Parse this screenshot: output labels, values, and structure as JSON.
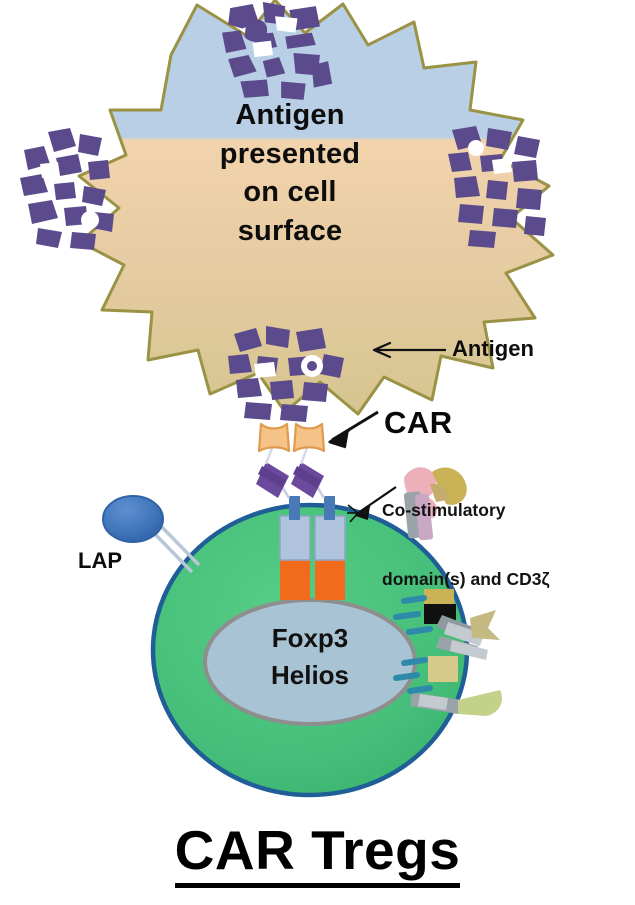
{
  "figure": {
    "title": "CAR Tregs",
    "domain": "immunology-diagram"
  },
  "apc": {
    "label_lines": [
      "Antigen",
      "presented",
      "on cell",
      "surface"
    ],
    "shape": "starburst",
    "fill_top": "#b8cfe5",
    "fill_bottom": "#dccb99",
    "fill_mid": "#f0cfa8",
    "outline": "#9a9244"
  },
  "antigen": {
    "callout_label": "Antigen",
    "color": "#5b4a8c",
    "count": 4,
    "positions": [
      "top",
      "left",
      "right",
      "bottom"
    ]
  },
  "car": {
    "callout_label": "CAR",
    "binding_domain_color": "#f5c387",
    "hinge_color": "#6b4a9e",
    "stalk_color": "#4a7ab5",
    "costim_color": "#b0c4de",
    "cd3z_color": "#f26a1b",
    "count": 2
  },
  "costim": {
    "label_lines": [
      "Co-stimulatory",
      "domain(s) and CD3ζ"
    ]
  },
  "lap": {
    "label": "LAP",
    "color": "#3d72b8"
  },
  "treg_cell": {
    "membrane_color": "#4cc27e",
    "membrane_border": "#1f5e96",
    "nucleus_color": "#a8c4d4",
    "nucleus_border": "#8a8a8a",
    "nucleus_lines": [
      "Foxp3",
      "Helios"
    ]
  },
  "secreted": {
    "dash_color": "#2e8aa8",
    "count": 6
  },
  "surface_molecules": {
    "pink": "#eeb0b8",
    "gold": "#c9b356",
    "mauve": "#c9a8c4",
    "gray": "#9aa3a8",
    "olive": "#c3d28a",
    "dark": "#1a1a1a",
    "tan": "#d6c98a"
  }
}
